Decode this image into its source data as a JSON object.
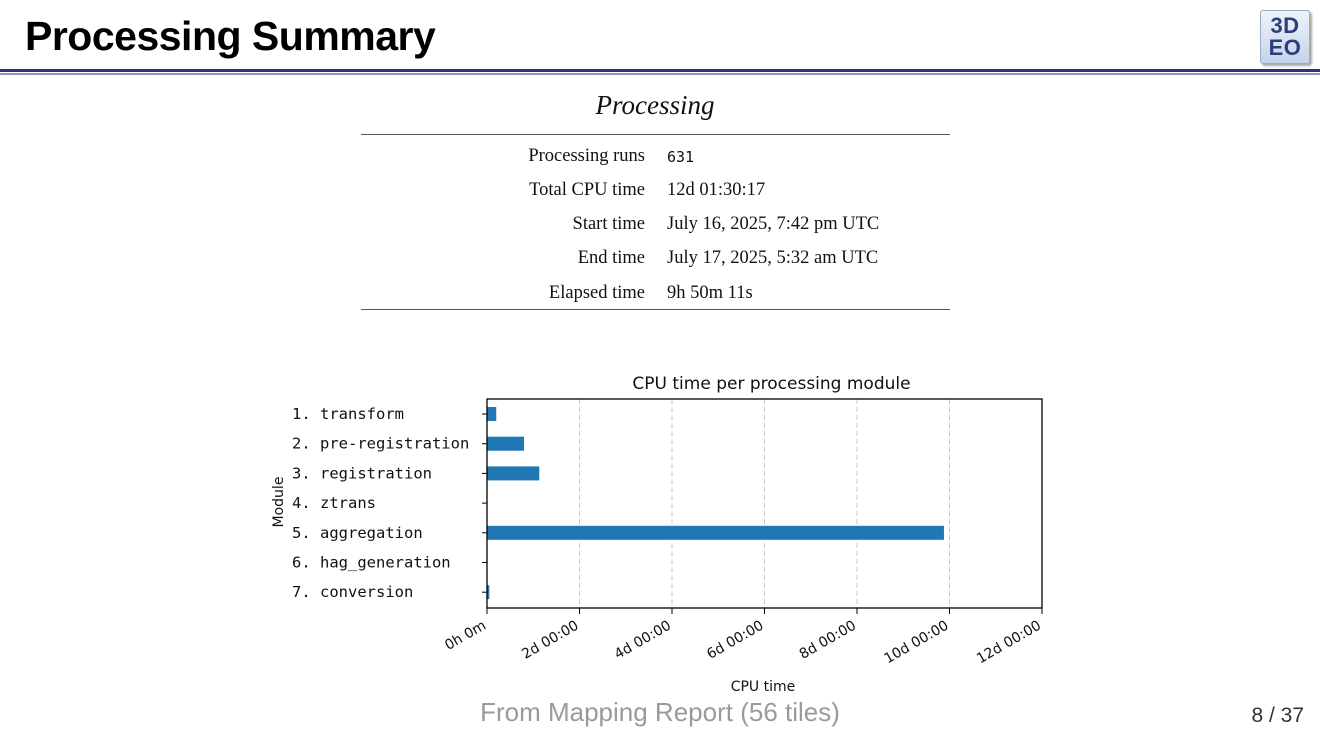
{
  "slide": {
    "title": "Processing Summary",
    "logo_line1": "3D",
    "logo_line2": "EO",
    "footer_source": "From Mapping Report (56 tiles)",
    "page_number": "8 / 37"
  },
  "table": {
    "caption": "Processing",
    "rows": [
      {
        "label": "Processing runs",
        "value": "631"
      },
      {
        "label": "Total CPU time",
        "value": "12d 01:30:17"
      },
      {
        "label": "Start time",
        "value": "July 16, 2025, 7:42 pm UTC"
      },
      {
        "label": "End time",
        "value": "July 17, 2025, 5:32 am UTC"
      },
      {
        "label": "Elapsed time",
        "value": "9h 50m 11s"
      }
    ]
  },
  "chart_data": {
    "type": "bar",
    "orientation": "horizontal",
    "title": "CPU time per processing module",
    "xlabel": "CPU time",
    "ylabel": "Module",
    "unit": "days",
    "categories": [
      "1. transform",
      "2. pre-registration",
      "3. registration",
      "4. ztrans",
      "5. aggregation",
      "6. hag_generation",
      "7. conversion"
    ],
    "values": [
      0.2,
      0.8,
      1.13,
      0,
      9.88,
      0,
      0.05
    ],
    "xlim": [
      0,
      12
    ],
    "xticks": [
      0,
      2,
      4,
      6,
      8,
      10,
      12
    ],
    "xtick_labels": [
      "0h 0m",
      "2d 00:00",
      "4d 00:00",
      "6d 00:00",
      "8d 00:00",
      "10d 00:00",
      "12d 00:00"
    ],
    "grid": "vertical dashed",
    "color": "#1f77b4"
  }
}
